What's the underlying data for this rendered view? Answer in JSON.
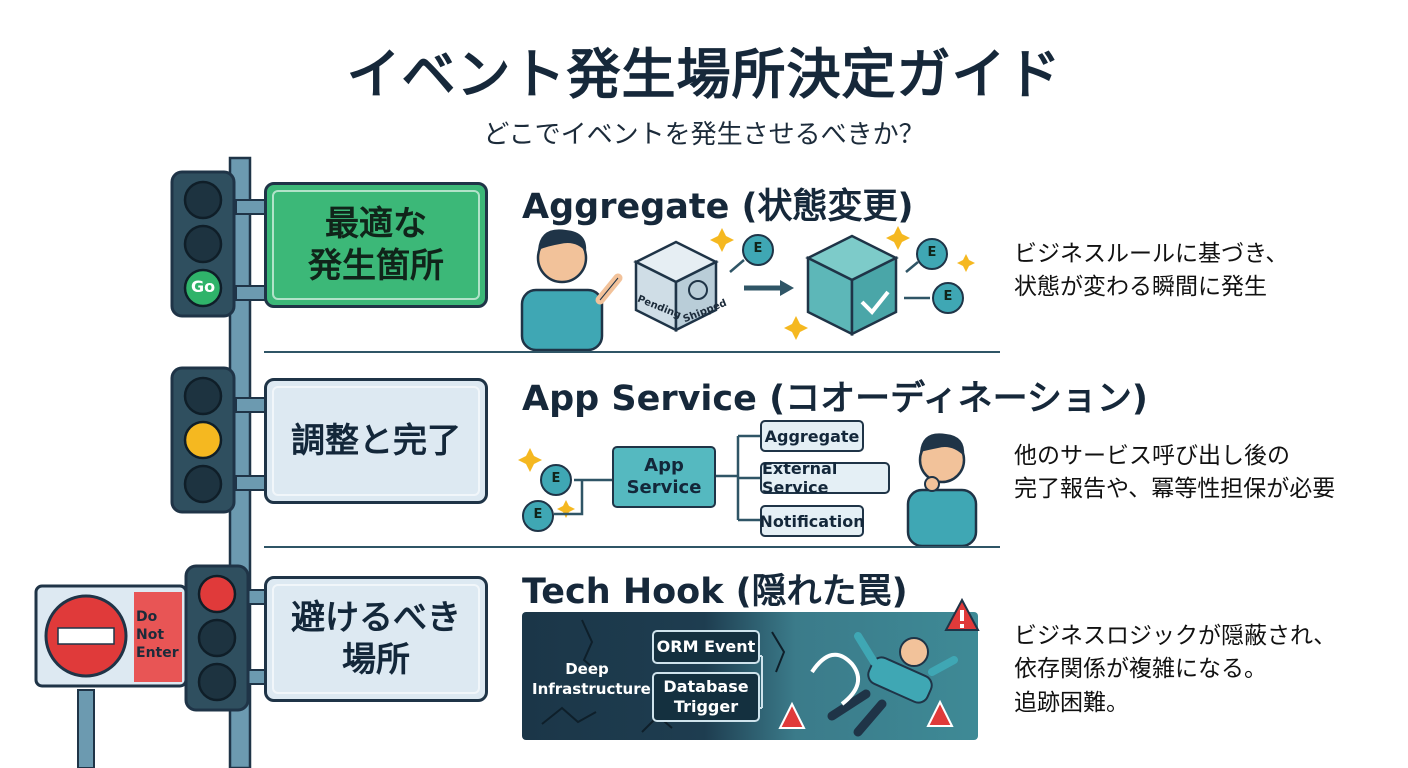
{
  "header": {
    "title": "イベント発生場所決定ガイド",
    "subtitle": "どこでイベントを発生させるべきか？"
  },
  "signal": {
    "go_label": "Go",
    "do_not_enter": "Do\nNot\nEnter"
  },
  "rows": [
    {
      "sign": "最適な\n発生箇所",
      "title": "Aggregate (状態変更)",
      "description": "ビジネスルールに基づき、\n状態が変わる瞬間に発生",
      "box_labels": [
        "Pending",
        "Shipped"
      ],
      "event_badge": "E"
    },
    {
      "sign": "調整と完了",
      "title": "App Service (コオーディネーション)",
      "description": "他のサービス呼び出し後の\n完了報告や、冪等性担保が必要",
      "service_label": "App\nService",
      "targets": [
        "Aggregate",
        "External Service",
        "Notification"
      ],
      "event_badge": "E"
    },
    {
      "sign": "避けるべき\n場所",
      "title": "Tech Hook (隠れた罠)",
      "description": "ビジネスロジックが隠蔽され、\n依存関係が複雑になる。\n追跡困難。",
      "infra_label": "Deep\nInfrastructure",
      "hooks": [
        "ORM Event",
        "Database\nTrigger"
      ]
    }
  ],
  "colors": {
    "navy": "#16283a",
    "green": "#3cb878",
    "amber": "#f5b820",
    "red": "#e03a3a",
    "teal": "#55b9c0",
    "light_blue": "#dde9f2"
  }
}
